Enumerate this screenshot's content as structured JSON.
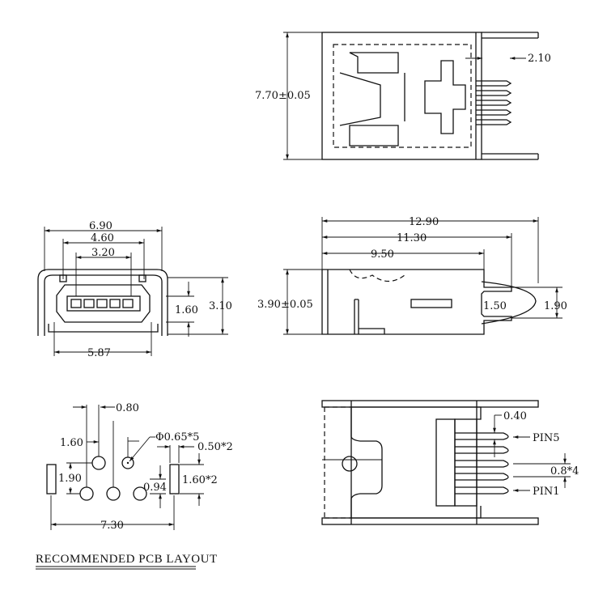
{
  "top_view": {
    "width_dim": "7.70±0.05",
    "pin_dim": "2.10"
  },
  "front_view": {
    "d1": "6.90",
    "d2": "4.60",
    "d3": "3.20",
    "d4": "1.60",
    "d5": "3.10",
    "d6": "5.87"
  },
  "side_view": {
    "d1": "12.90",
    "d2": "11.30",
    "d3": "9.50",
    "height": "3.90±0.05",
    "d4": "1.50",
    "d5": "1.90"
  },
  "pcb_layout": {
    "d1": "0.80",
    "d2": "1.60",
    "hole": "Φ0.65*5",
    "d3": "0.50*2",
    "d4": "1.90",
    "d5": "0.94",
    "d6": "1.60*2",
    "d7": "7.30",
    "title": "RECOMMENDED PCB LAYOUT"
  },
  "bottom_view": {
    "d1": "0.40",
    "pin5": "PIN5",
    "pitch": "0.8*4",
    "pin1": "PIN1"
  }
}
